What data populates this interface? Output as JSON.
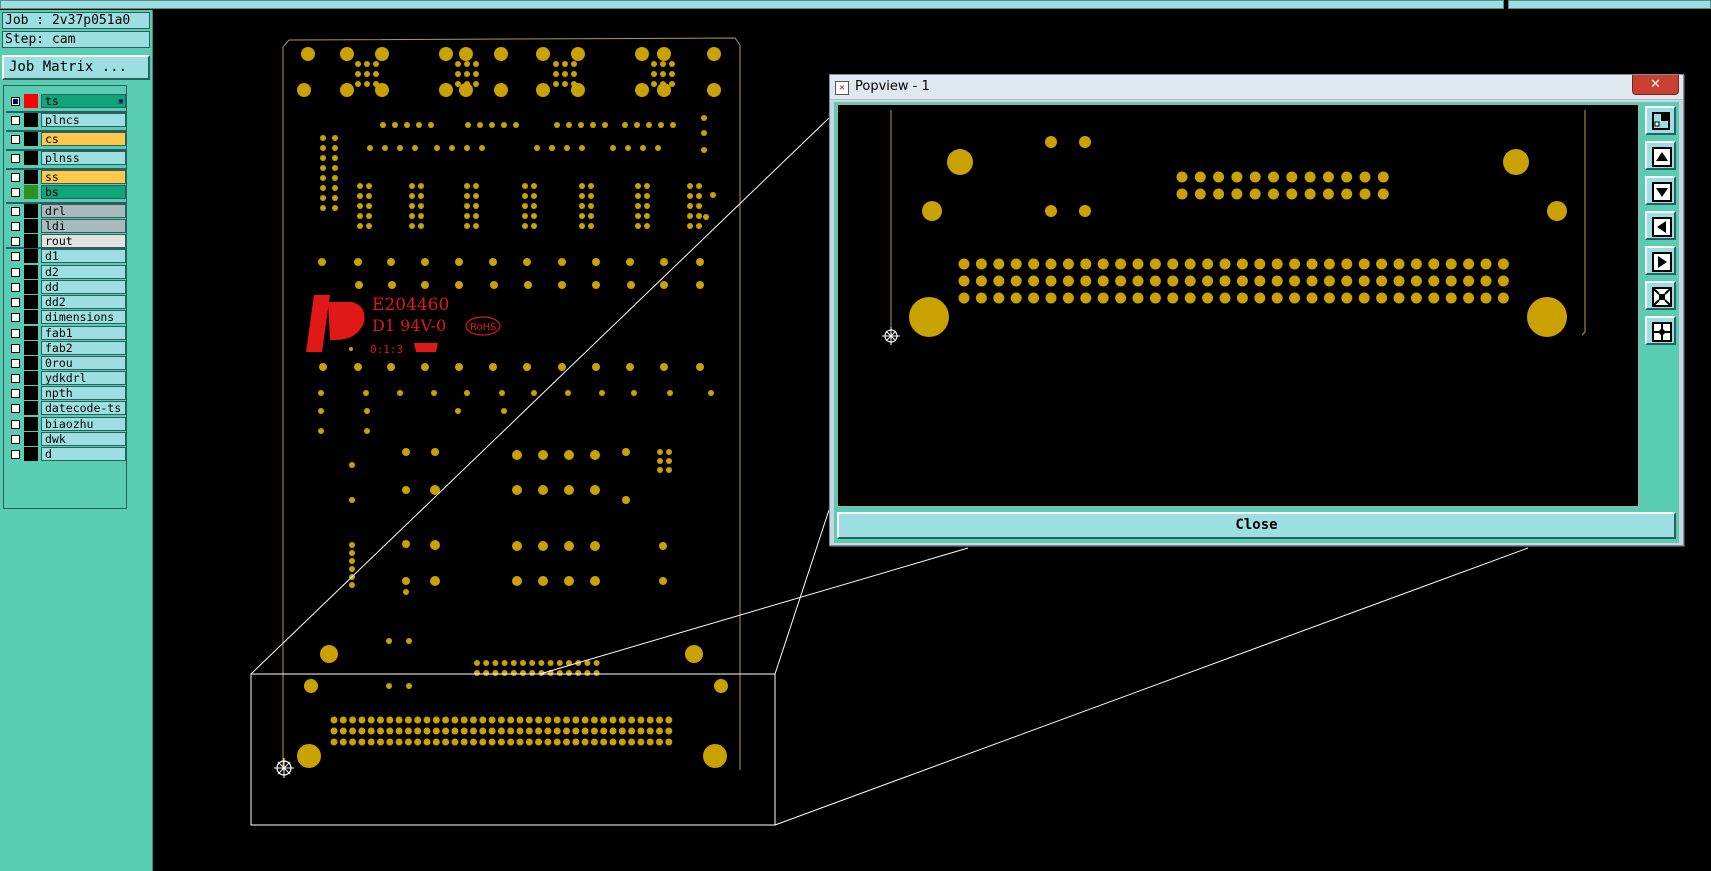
{
  "job_label": "Job : 2v37p051a0",
  "step_label": "Step: cam",
  "job_matrix_button": "Job Matrix ...",
  "layers": [
    {
      "name": "ts",
      "color": "#ff0000",
      "label_bg": "#11a37a",
      "checked": true,
      "selected": true
    },
    {
      "name": "plncs",
      "color": "#000000",
      "label_bg": "#9ddfe0",
      "checked": false
    },
    {
      "name": "cs",
      "color": "#000000",
      "label_bg": "#ffc84a",
      "checked": false
    },
    {
      "name": "plnss",
      "color": "#000000",
      "label_bg": "#9ddfe0",
      "checked": false
    },
    {
      "name": "ss",
      "color": "#000000",
      "label_bg": "#ffc84a",
      "checked": false
    },
    {
      "name": "bs",
      "color": "#2f8f1f",
      "label_bg": "#11a37a",
      "checked": false
    },
    {
      "name": "drl",
      "color": "#000000",
      "label_bg": "#a9b9bd",
      "checked": false
    },
    {
      "name": "ldi",
      "color": "#000000",
      "label_bg": "#a9b9bd",
      "checked": false
    },
    {
      "name": "rout",
      "color": "#000000",
      "label_bg": "#e2e2e2",
      "checked": false
    },
    {
      "name": "d1",
      "color": "#000000",
      "label_bg": "#9ddfe0",
      "checked": false
    },
    {
      "name": "d2",
      "color": "#000000",
      "label_bg": "#9ddfe0",
      "checked": false
    },
    {
      "name": "dd",
      "color": "#000000",
      "label_bg": "#9ddfe0",
      "checked": false
    },
    {
      "name": "dd2",
      "color": "#000000",
      "label_bg": "#9ddfe0",
      "checked": false
    },
    {
      "name": "dimensions",
      "color": "#000000",
      "label_bg": "#9ddfe0",
      "checked": false
    },
    {
      "name": "fab1",
      "color": "#000000",
      "label_bg": "#9ddfe0",
      "checked": false
    },
    {
      "name": "fab2",
      "color": "#000000",
      "label_bg": "#9ddfe0",
      "checked": false
    },
    {
      "name": "0rou",
      "color": "#000000",
      "label_bg": "#9ddfe0",
      "checked": false
    },
    {
      "name": "ydkdrl",
      "color": "#000000",
      "label_bg": "#9ddfe0",
      "checked": false
    },
    {
      "name": "npth",
      "color": "#000000",
      "label_bg": "#9ddfe0",
      "checked": false
    },
    {
      "name": "datecode-ts",
      "color": "#000000",
      "label_bg": "#9ddfe0",
      "checked": false
    },
    {
      "name": "biaozhu",
      "color": "#000000",
      "label_bg": "#9ddfe0",
      "checked": false
    },
    {
      "name": "dwk",
      "color": "#000000",
      "label_bg": "#9ddfe0",
      "checked": false
    },
    {
      "name": "d",
      "color": "#000000",
      "label_bg": "#9ddfe0",
      "checked": false
    }
  ],
  "board": {
    "ul_number": "E204460",
    "rating": "D1  94V-0",
    "rohs": "RoHS",
    "datecode": "0:1:3",
    "pad_color": "#c9a100",
    "marking_color": "#e01818",
    "outline_color": "#b59a3c"
  },
  "popview": {
    "title": "Popview - 1",
    "close_button": "Close",
    "window_close_glyph": "✕",
    "tools": [
      "zoom-window-icon",
      "pan-up-icon",
      "pan-down-icon",
      "pan-left-icon",
      "pan-right-icon",
      "zoom-fit-icon",
      "zoom-home-icon"
    ]
  }
}
